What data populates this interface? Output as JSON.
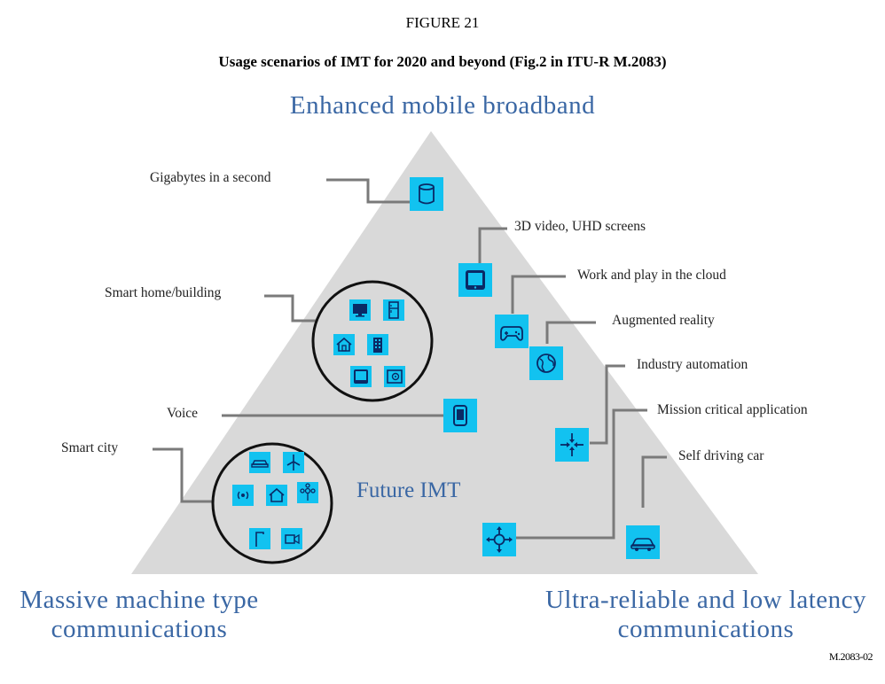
{
  "figure_number": "FIGURE 21",
  "figure_title": "Usage scenarios of IMT for 2020 and beyond (Fig.2 in ITU-R M.2083)",
  "corners": {
    "top": "Enhanced mobile broadband",
    "bottom_left_line1": "Massive machine type",
    "bottom_left_line2": "communications",
    "bottom_right_line1": "Ultra-reliable and low latency",
    "bottom_right_line2": "communications"
  },
  "center_label": "Future IMT",
  "use_cases": {
    "gigabytes": "Gigabytes in a second",
    "video_3d": "3D video, UHD screens",
    "cloud": "Work and play in the cloud",
    "smart_home": "Smart home/building",
    "augmented_reality": "Augmented reality",
    "industry_automation": "Industry automation",
    "voice": "Voice",
    "mission_critical": "Mission critical application",
    "smart_city": "Smart city",
    "self_driving": "Self driving car"
  },
  "icons": {
    "gigabytes": "database-icon",
    "video_3d": "tablet-screen-icon",
    "cloud": "gamepad-icon",
    "augmented_reality": "globe-icon",
    "industry_automation": "arrows-in-icon",
    "voice": "phone-icon",
    "mission_critical": "crosshair-icon",
    "self_driving": "car-icon"
  },
  "colors": {
    "triangle": "#d9d9d9",
    "icon_fill": "#12c2f0",
    "icon_stroke": "#0a2a66",
    "corner_text": "#3a67a4",
    "connector": "#7a7a7a"
  },
  "source_code": "M.2083-02"
}
